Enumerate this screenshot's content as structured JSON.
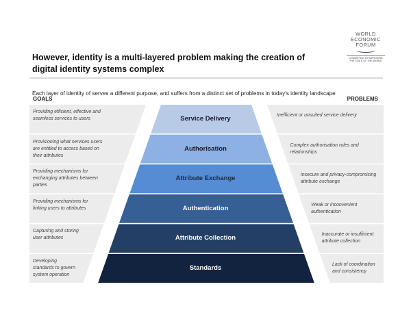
{
  "title": "However, identity is a multi-layered problem making the creation of digital identity systems complex",
  "subtitle": "Each layer of identity of serves a different purpose, and suffers from a distinct set of problems in today's identity landscape",
  "goals_header": "GOALS",
  "problems_header": "PROBLEMS",
  "logo": {
    "name": "WORLD ECONOMIC FORUM",
    "tagline": "COMMITTED TO IMPROVING THE STATE OF THE WORLD"
  },
  "layers": [
    {
      "name": "Service Delivery",
      "goal": "Providing efficient, effective and seamless services to users",
      "problem": "Inefficient or unsuited service delivery",
      "color": "#b7cae6",
      "text_color": "#1a1a2e"
    },
    {
      "name": "Authorisation",
      "goal": "Provisioning what services users are entitled to access based on their attributes",
      "problem": "Complex authorisation rules and relationships",
      "color": "#8db1e2",
      "text_color": "#1a1a2e"
    },
    {
      "name": "Attribute Exchange",
      "goal": "Providing mechanisms for exchanging attributes between parties",
      "problem": "Insecure and privacy-compromising attribute exchange",
      "color": "#558cd3",
      "text_color": "#1a2a44"
    },
    {
      "name": "Authentication",
      "goal": "Providing mechanisms for linking users to attributes",
      "problem": "Weak or inconvenient authentication",
      "color": "#365f96",
      "text_color": "#ffffff"
    },
    {
      "name": "Attribute Collection",
      "goal": "Capturing and storing user attributes",
      "problem": "Inaccurate or insufficient attribute collection",
      "color": "#233f66",
      "text_color": "#ffffff"
    },
    {
      "name": "Standards",
      "goal": "Developing standards to govern system operation",
      "problem": "Lack of coordination and consistency",
      "color": "#12233f",
      "text_color": "#ffffff"
    }
  ]
}
